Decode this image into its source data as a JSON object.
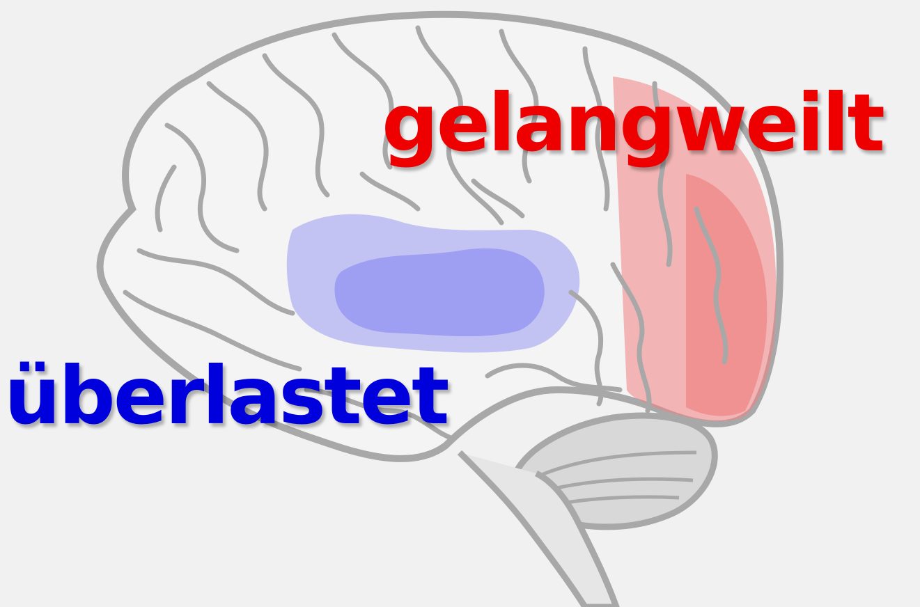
{
  "labels": {
    "bored": "gelangweilt",
    "overloaded": "überlastet"
  },
  "colors": {
    "background": "#f1f1f1",
    "brain_outline": "#a8a8a8",
    "bored": "#ee0000",
    "overloaded": "#0000dd",
    "bored_region": "#f08080",
    "overloaded_region": "#8888f2"
  },
  "regions": [
    {
      "name": "frontal-highlight",
      "meaning": "gelangweilt"
    },
    {
      "name": "temporal-highlight",
      "meaning": "überlastet"
    }
  ]
}
